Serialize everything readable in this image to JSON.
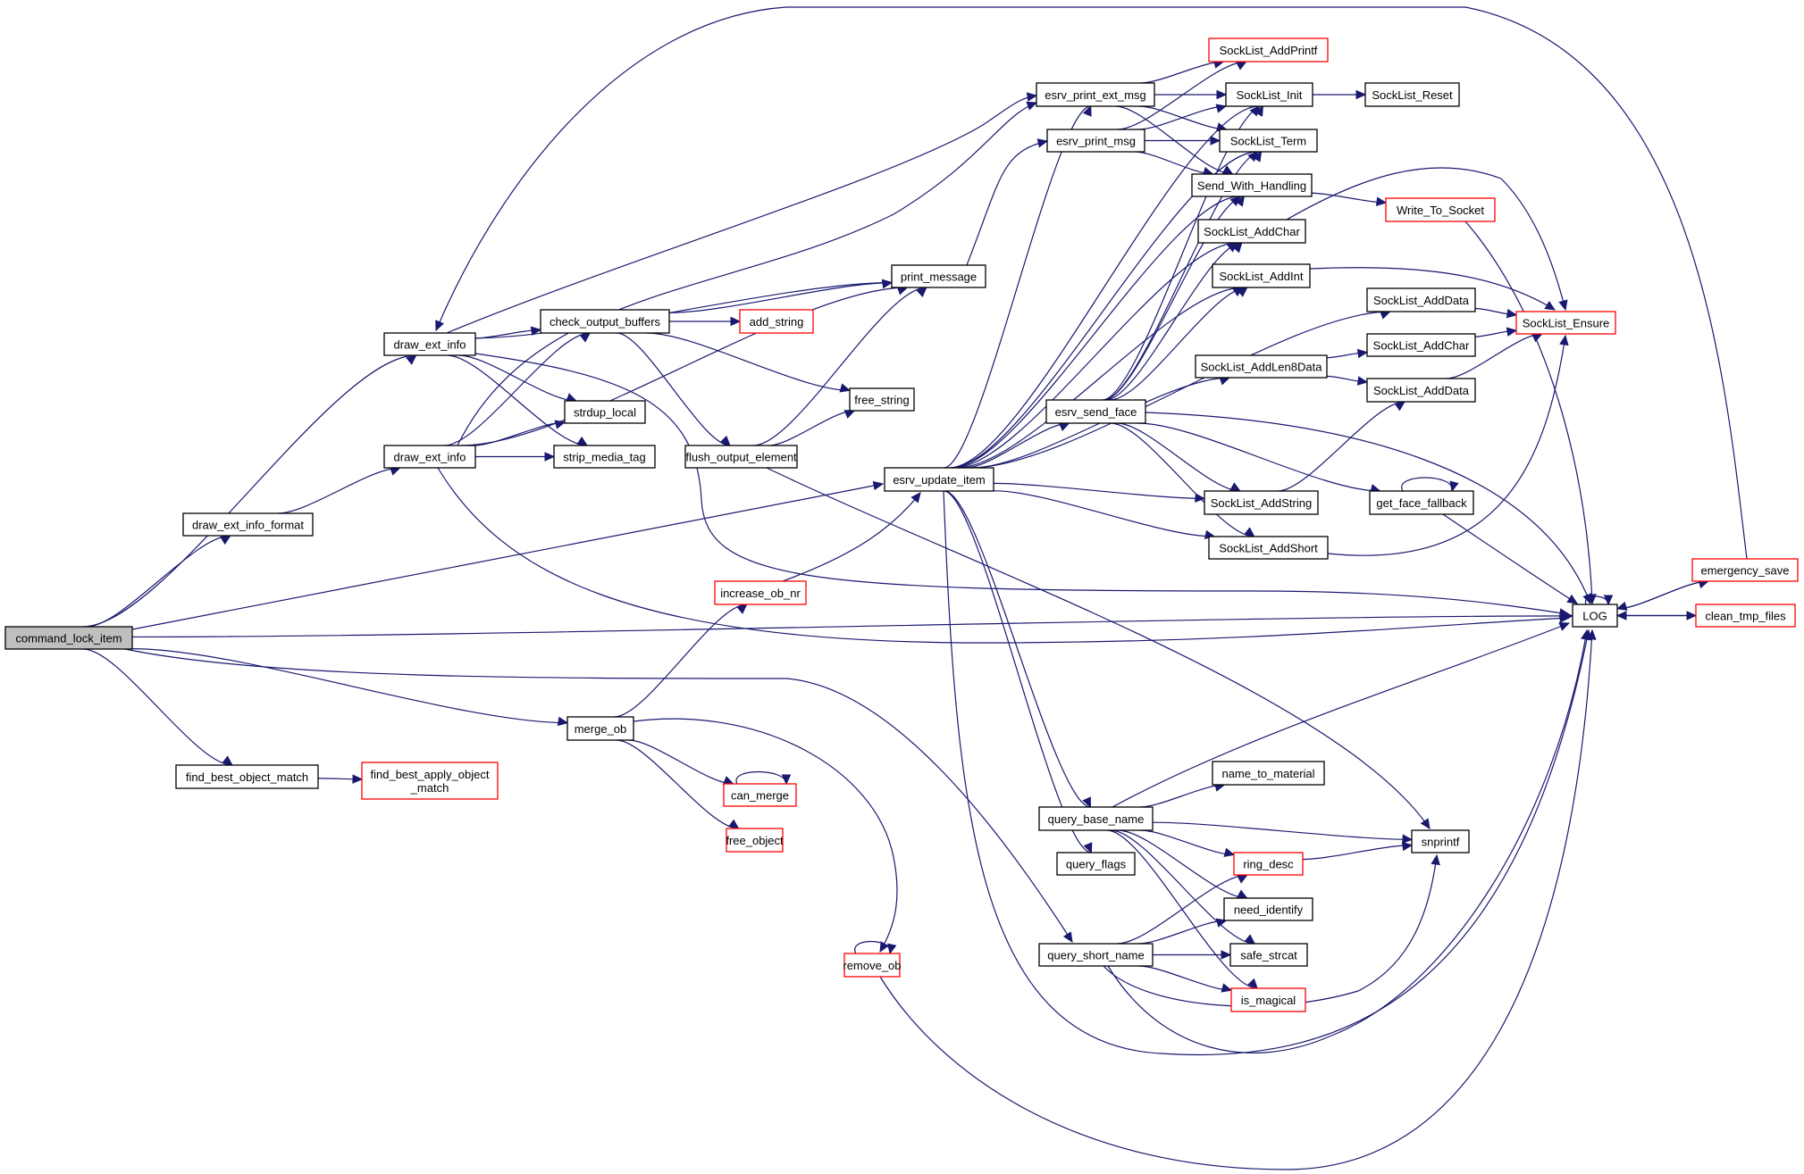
{
  "diagram": {
    "type": "call-graph",
    "colors": {
      "edge": "#191970",
      "root_fill": "#bfbfbf",
      "node_border": "#000000",
      "external_border": "#ff0000"
    },
    "nodes": [
      {
        "id": "command_lock_item",
        "label": "command_lock_item",
        "style": "root"
      },
      {
        "id": "draw_ext_info_a",
        "label": "draw_ext_info",
        "style": "normal"
      },
      {
        "id": "draw_ext_info_b",
        "label": "draw_ext_info",
        "style": "normal"
      },
      {
        "id": "draw_ext_info_format",
        "label": "draw_ext_info_format",
        "style": "normal"
      },
      {
        "id": "find_best_object_match",
        "label": "find_best_object_match",
        "style": "normal"
      },
      {
        "id": "find_best_apply_object_match",
        "label": "find_best_apply_object\n_match",
        "style": "external"
      },
      {
        "id": "check_output_buffers",
        "label": "check_output_buffers",
        "style": "normal"
      },
      {
        "id": "add_string",
        "label": "add_string",
        "style": "external"
      },
      {
        "id": "strdup_local",
        "label": "strdup_local",
        "style": "normal"
      },
      {
        "id": "strip_media_tag",
        "label": "strip_media_tag",
        "style": "normal"
      },
      {
        "id": "flush_output_element",
        "label": "flush_output_element",
        "style": "normal"
      },
      {
        "id": "print_message",
        "label": "print_message",
        "style": "normal"
      },
      {
        "id": "free_string",
        "label": "free_string",
        "style": "normal"
      },
      {
        "id": "increase_ob_nr",
        "label": "increase_ob_nr",
        "style": "external"
      },
      {
        "id": "merge_ob",
        "label": "merge_ob",
        "style": "normal"
      },
      {
        "id": "can_merge",
        "label": "can_merge",
        "style": "external"
      },
      {
        "id": "free_object",
        "label": "free_object",
        "style": "external"
      },
      {
        "id": "remove_ob",
        "label": "remove_ob",
        "style": "external"
      },
      {
        "id": "esrv_update_item",
        "label": "esrv_update_item",
        "style": "normal"
      },
      {
        "id": "esrv_print_ext_msg",
        "label": "esrv_print_ext_msg",
        "style": "normal"
      },
      {
        "id": "esrv_print_msg",
        "label": "esrv_print_msg",
        "style": "normal"
      },
      {
        "id": "esrv_send_face",
        "label": "esrv_send_face",
        "style": "normal"
      },
      {
        "id": "query_base_name",
        "label": "query_base_name",
        "style": "normal"
      },
      {
        "id": "query_flags",
        "label": "query_flags",
        "style": "normal"
      },
      {
        "id": "query_short_name",
        "label": "query_short_name",
        "style": "normal"
      },
      {
        "id": "SockList_AddPrintf",
        "label": "SockList_AddPrintf",
        "style": "external"
      },
      {
        "id": "SockList_Init",
        "label": "SockList_Init",
        "style": "normal"
      },
      {
        "id": "SockList_Reset",
        "label": "SockList_Reset",
        "style": "normal"
      },
      {
        "id": "SockList_Term",
        "label": "SockList_Term",
        "style": "normal"
      },
      {
        "id": "Send_With_Handling",
        "label": "Send_With_Handling",
        "style": "normal"
      },
      {
        "id": "Write_To_Socket",
        "label": "Write_To_Socket",
        "style": "external"
      },
      {
        "id": "SockList_AddChar_a",
        "label": "SockList_AddChar",
        "style": "normal"
      },
      {
        "id": "SockList_AddInt",
        "label": "SockList_AddInt",
        "style": "normal"
      },
      {
        "id": "SockList_AddData_a",
        "label": "SockList_AddData",
        "style": "normal"
      },
      {
        "id": "SockList_Ensure",
        "label": "SockList_Ensure",
        "style": "external"
      },
      {
        "id": "SockList_AddChar_b",
        "label": "SockList_AddChar",
        "style": "normal"
      },
      {
        "id": "SockList_AddLen8Data",
        "label": "SockList_AddLen8Data",
        "style": "normal"
      },
      {
        "id": "SockList_AddData_b",
        "label": "SockList_AddData",
        "style": "normal"
      },
      {
        "id": "SockList_AddString",
        "label": "SockList_AddString",
        "style": "normal"
      },
      {
        "id": "get_face_fallback",
        "label": "get_face_fallback",
        "style": "normal"
      },
      {
        "id": "SockList_AddShort",
        "label": "SockList_AddShort",
        "style": "normal"
      },
      {
        "id": "LOG",
        "label": "LOG",
        "style": "normal"
      },
      {
        "id": "emergency_save",
        "label": "emergency_save",
        "style": "external"
      },
      {
        "id": "clean_tmp_files",
        "label": "clean_tmp_files",
        "style": "external"
      },
      {
        "id": "name_to_material",
        "label": "name_to_material",
        "style": "normal"
      },
      {
        "id": "snprintf",
        "label": "snprintf",
        "style": "normal"
      },
      {
        "id": "ring_desc",
        "label": "ring_desc",
        "style": "external"
      },
      {
        "id": "need_identify",
        "label": "need_identify",
        "style": "normal"
      },
      {
        "id": "safe_strcat",
        "label": "safe_strcat",
        "style": "normal"
      },
      {
        "id": "is_magical",
        "label": "is_magical",
        "style": "external"
      }
    ],
    "edges": [
      [
        "command_lock_item",
        "draw_ext_info_a"
      ],
      [
        "command_lock_item",
        "draw_ext_info_format"
      ],
      [
        "command_lock_item",
        "esrv_update_item"
      ],
      [
        "command_lock_item",
        "LOG"
      ],
      [
        "command_lock_item",
        "query_short_name"
      ],
      [
        "command_lock_item",
        "merge_ob"
      ],
      [
        "command_lock_item",
        "find_best_object_match"
      ],
      [
        "draw_ext_info_format",
        "draw_ext_info_b"
      ],
      [
        "find_best_object_match",
        "find_best_apply_object_match"
      ],
      [
        "draw_ext_info_a",
        "esrv_print_ext_msg"
      ],
      [
        "draw_ext_info_a",
        "print_message"
      ],
      [
        "draw_ext_info_a",
        "check_output_buffers"
      ],
      [
        "draw_ext_info_a",
        "strdup_local"
      ],
      [
        "draw_ext_info_a",
        "strip_media_tag"
      ],
      [
        "draw_ext_info_a",
        "LOG"
      ],
      [
        "draw_ext_info_b",
        "esrv_print_ext_msg"
      ],
      [
        "draw_ext_info_b",
        "check_output_buffers"
      ],
      [
        "draw_ext_info_b",
        "strdup_local"
      ],
      [
        "draw_ext_info_b",
        "strip_media_tag"
      ],
      [
        "draw_ext_info_b",
        "print_message"
      ],
      [
        "draw_ext_info_b",
        "LOG"
      ],
      [
        "check_output_buffers",
        "print_message"
      ],
      [
        "check_output_buffers",
        "add_string"
      ],
      [
        "check_output_buffers",
        "free_string"
      ],
      [
        "check_output_buffers",
        "flush_output_element"
      ],
      [
        "flush_output_element",
        "print_message"
      ],
      [
        "flush_output_element",
        "free_string"
      ],
      [
        "flush_output_element",
        "snprintf"
      ],
      [
        "print_message",
        "esrv_print_msg"
      ],
      [
        "esrv_print_ext_msg",
        "SockList_AddPrintf"
      ],
      [
        "esrv_print_ext_msg",
        "SockList_Init"
      ],
      [
        "esrv_print_ext_msg",
        "SockList_Term"
      ],
      [
        "esrv_print_ext_msg",
        "Send_With_Handling"
      ],
      [
        "esrv_print_msg",
        "SockList_AddPrintf"
      ],
      [
        "esrv_print_msg",
        "SockList_Init"
      ],
      [
        "esrv_print_msg",
        "SockList_Term"
      ],
      [
        "esrv_print_msg",
        "Send_With_Handling"
      ],
      [
        "SockList_Init",
        "SockList_Reset"
      ],
      [
        "Send_With_Handling",
        "Write_To_Socket"
      ],
      [
        "Write_To_Socket",
        "LOG"
      ],
      [
        "SockList_AddChar_a",
        "SockList_Ensure"
      ],
      [
        "SockList_AddInt",
        "SockList_Ensure"
      ],
      [
        "SockList_AddData_a",
        "SockList_Ensure"
      ],
      [
        "SockList_AddChar_b",
        "SockList_Ensure"
      ],
      [
        "SockList_AddData_b",
        "SockList_Ensure"
      ],
      [
        "SockList_AddShort",
        "SockList_Ensure"
      ],
      [
        "SockList_AddLen8Data",
        "SockList_AddChar_b"
      ],
      [
        "SockList_AddLen8Data",
        "SockList_AddData_b"
      ],
      [
        "SockList_AddString",
        "SockList_AddData_b"
      ],
      [
        "merge_ob",
        "increase_ob_nr"
      ],
      [
        "merge_ob",
        "can_merge"
      ],
      [
        "merge_ob",
        "free_object"
      ],
      [
        "merge_ob",
        "remove_ob"
      ],
      [
        "can_merge",
        "can_merge"
      ],
      [
        "remove_ob",
        "remove_ob"
      ],
      [
        "remove_ob",
        "LOG"
      ],
      [
        "increase_ob_nr",
        "esrv_update_item"
      ],
      [
        "esrv_update_item",
        "esrv_print_ext_msg"
      ],
      [
        "esrv_update_item",
        "SockList_Init"
      ],
      [
        "esrv_update_item",
        "SockList_Term"
      ],
      [
        "esrv_update_item",
        "Send_With_Handling"
      ],
      [
        "esrv_update_item",
        "SockList_AddChar_a"
      ],
      [
        "esrv_update_item",
        "SockList_AddInt"
      ],
      [
        "esrv_update_item",
        "SockList_AddData_a"
      ],
      [
        "esrv_update_item",
        "SockList_AddLen8Data"
      ],
      [
        "esrv_update_item",
        "esrv_send_face"
      ],
      [
        "esrv_update_item",
        "SockList_AddString"
      ],
      [
        "esrv_update_item",
        "SockList_AddShort"
      ],
      [
        "esrv_update_item",
        "query_base_name"
      ],
      [
        "esrv_update_item",
        "query_flags"
      ],
      [
        "esrv_update_item",
        "LOG"
      ],
      [
        "esrv_send_face",
        "SockList_Init"
      ],
      [
        "esrv_send_face",
        "SockList_Term"
      ],
      [
        "esrv_send_face",
        "Send_With_Handling"
      ],
      [
        "esrv_send_face",
        "SockList_AddChar_a"
      ],
      [
        "esrv_send_face",
        "SockList_AddInt"
      ],
      [
        "esrv_send_face",
        "SockList_AddString"
      ],
      [
        "esrv_send_face",
        "SockList_AddShort"
      ],
      [
        "esrv_send_face",
        "get_face_fallback"
      ],
      [
        "esrv_send_face",
        "LOG"
      ],
      [
        "get_face_fallback",
        "get_face_fallback"
      ],
      [
        "get_face_fallback",
        "LOG"
      ],
      [
        "LOG",
        "LOG"
      ],
      [
        "LOG",
        "emergency_save"
      ],
      [
        "LOG",
        "clean_tmp_files"
      ],
      [
        "emergency_save",
        "LOG"
      ],
      [
        "emergency_save",
        "draw_ext_info_a"
      ],
      [
        "clean_tmp_files",
        "LOG"
      ],
      [
        "query_base_name",
        "name_to_material"
      ],
      [
        "query_base_name",
        "snprintf"
      ],
      [
        "query_base_name",
        "ring_desc"
      ],
      [
        "query_base_name",
        "need_identify"
      ],
      [
        "query_base_name",
        "safe_strcat"
      ],
      [
        "query_base_name",
        "is_magical"
      ],
      [
        "query_base_name",
        "LOG"
      ],
      [
        "query_short_name",
        "ring_desc"
      ],
      [
        "query_short_name",
        "need_identify"
      ],
      [
        "query_short_name",
        "safe_strcat"
      ],
      [
        "query_short_name",
        "is_magical"
      ],
      [
        "query_short_name",
        "snprintf"
      ],
      [
        "query_short_name",
        "LOG"
      ],
      [
        "ring_desc",
        "snprintf"
      ]
    ]
  }
}
